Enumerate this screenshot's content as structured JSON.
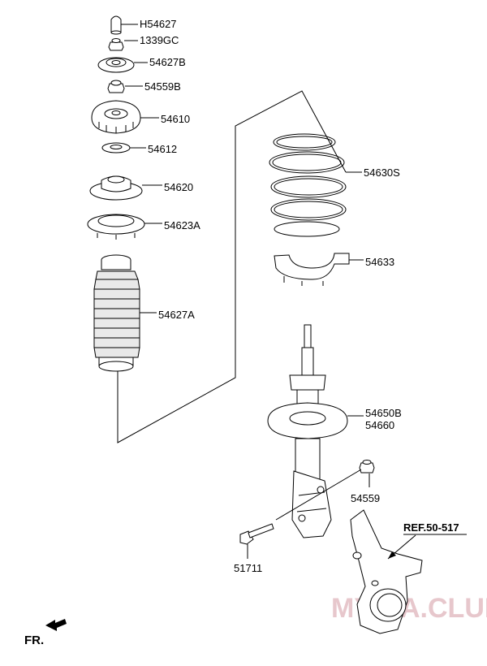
{
  "labels": {
    "h54627": "H54627",
    "p1339gc": "1339GC",
    "p54627b": "54627B",
    "p54559b": "54559B",
    "p54610": "54610",
    "p54612": "54612",
    "p54620": "54620",
    "p54623a": "54623A",
    "p54627a": "54627A",
    "p54630s": "54630S",
    "p54633": "54633",
    "p54650b": "54650B",
    "p54660": "54660",
    "p54559": "54559",
    "p51711": "51711"
  },
  "reference": "REF.50-517",
  "direction": "FR.",
  "watermark": "MYKIA.CLUB"
}
